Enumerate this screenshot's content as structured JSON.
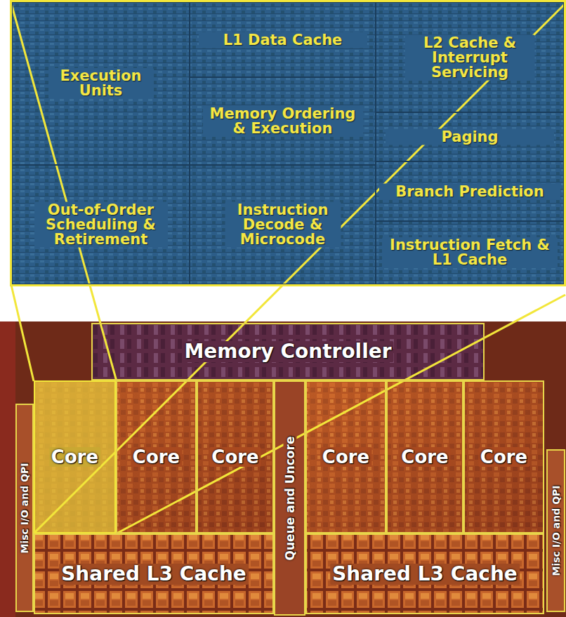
{
  "diagram": {
    "nodes": [
      {
        "text": [
          "Execution Units"
        ]
      },
      {
        "text": [
          "L1 Data Cache"
        ]
      },
      {
        "text": [
          "L2 Cache & Interrupt Servicing"
        ]
      },
      {
        "text": [
          "Memory Ordering & Execution"
        ]
      },
      {
        "text": [
          "Paging"
        ]
      },
      {
        "text": [
          "Branch Prediction"
        ]
      },
      {
        "text": [
          "Out-of-Order Scheduling & Retirement"
        ]
      },
      {
        "text": [
          "Instruction Decode & Microcode"
        ]
      },
      {
        "text": [
          "Instruction Fetch & L1 Cache"
        ]
      },
      {
        "text": [
          "Memory Controller"
        ]
      },
      {
        "text": [
          "Misc I/O and QPI"
        ]
      },
      {
        "text": [
          "Core"
        ]
      },
      {
        "text": [
          "Core"
        ]
      },
      {
        "text": [
          "Core"
        ]
      },
      {
        "text": [
          "Queue and Uncore"
        ]
      },
      {
        "text": [
          "Core"
        ]
      },
      {
        "text": [
          "Core"
        ]
      },
      {
        "text": [
          "Core"
        ]
      },
      {
        "text": [
          "Misc I/O and QPI"
        ]
      },
      {
        "text": [
          "Shared L3 Cache"
        ]
      },
      {
        "text": [
          "Shared L3 Cache"
        ]
      }
    ]
  }
}
